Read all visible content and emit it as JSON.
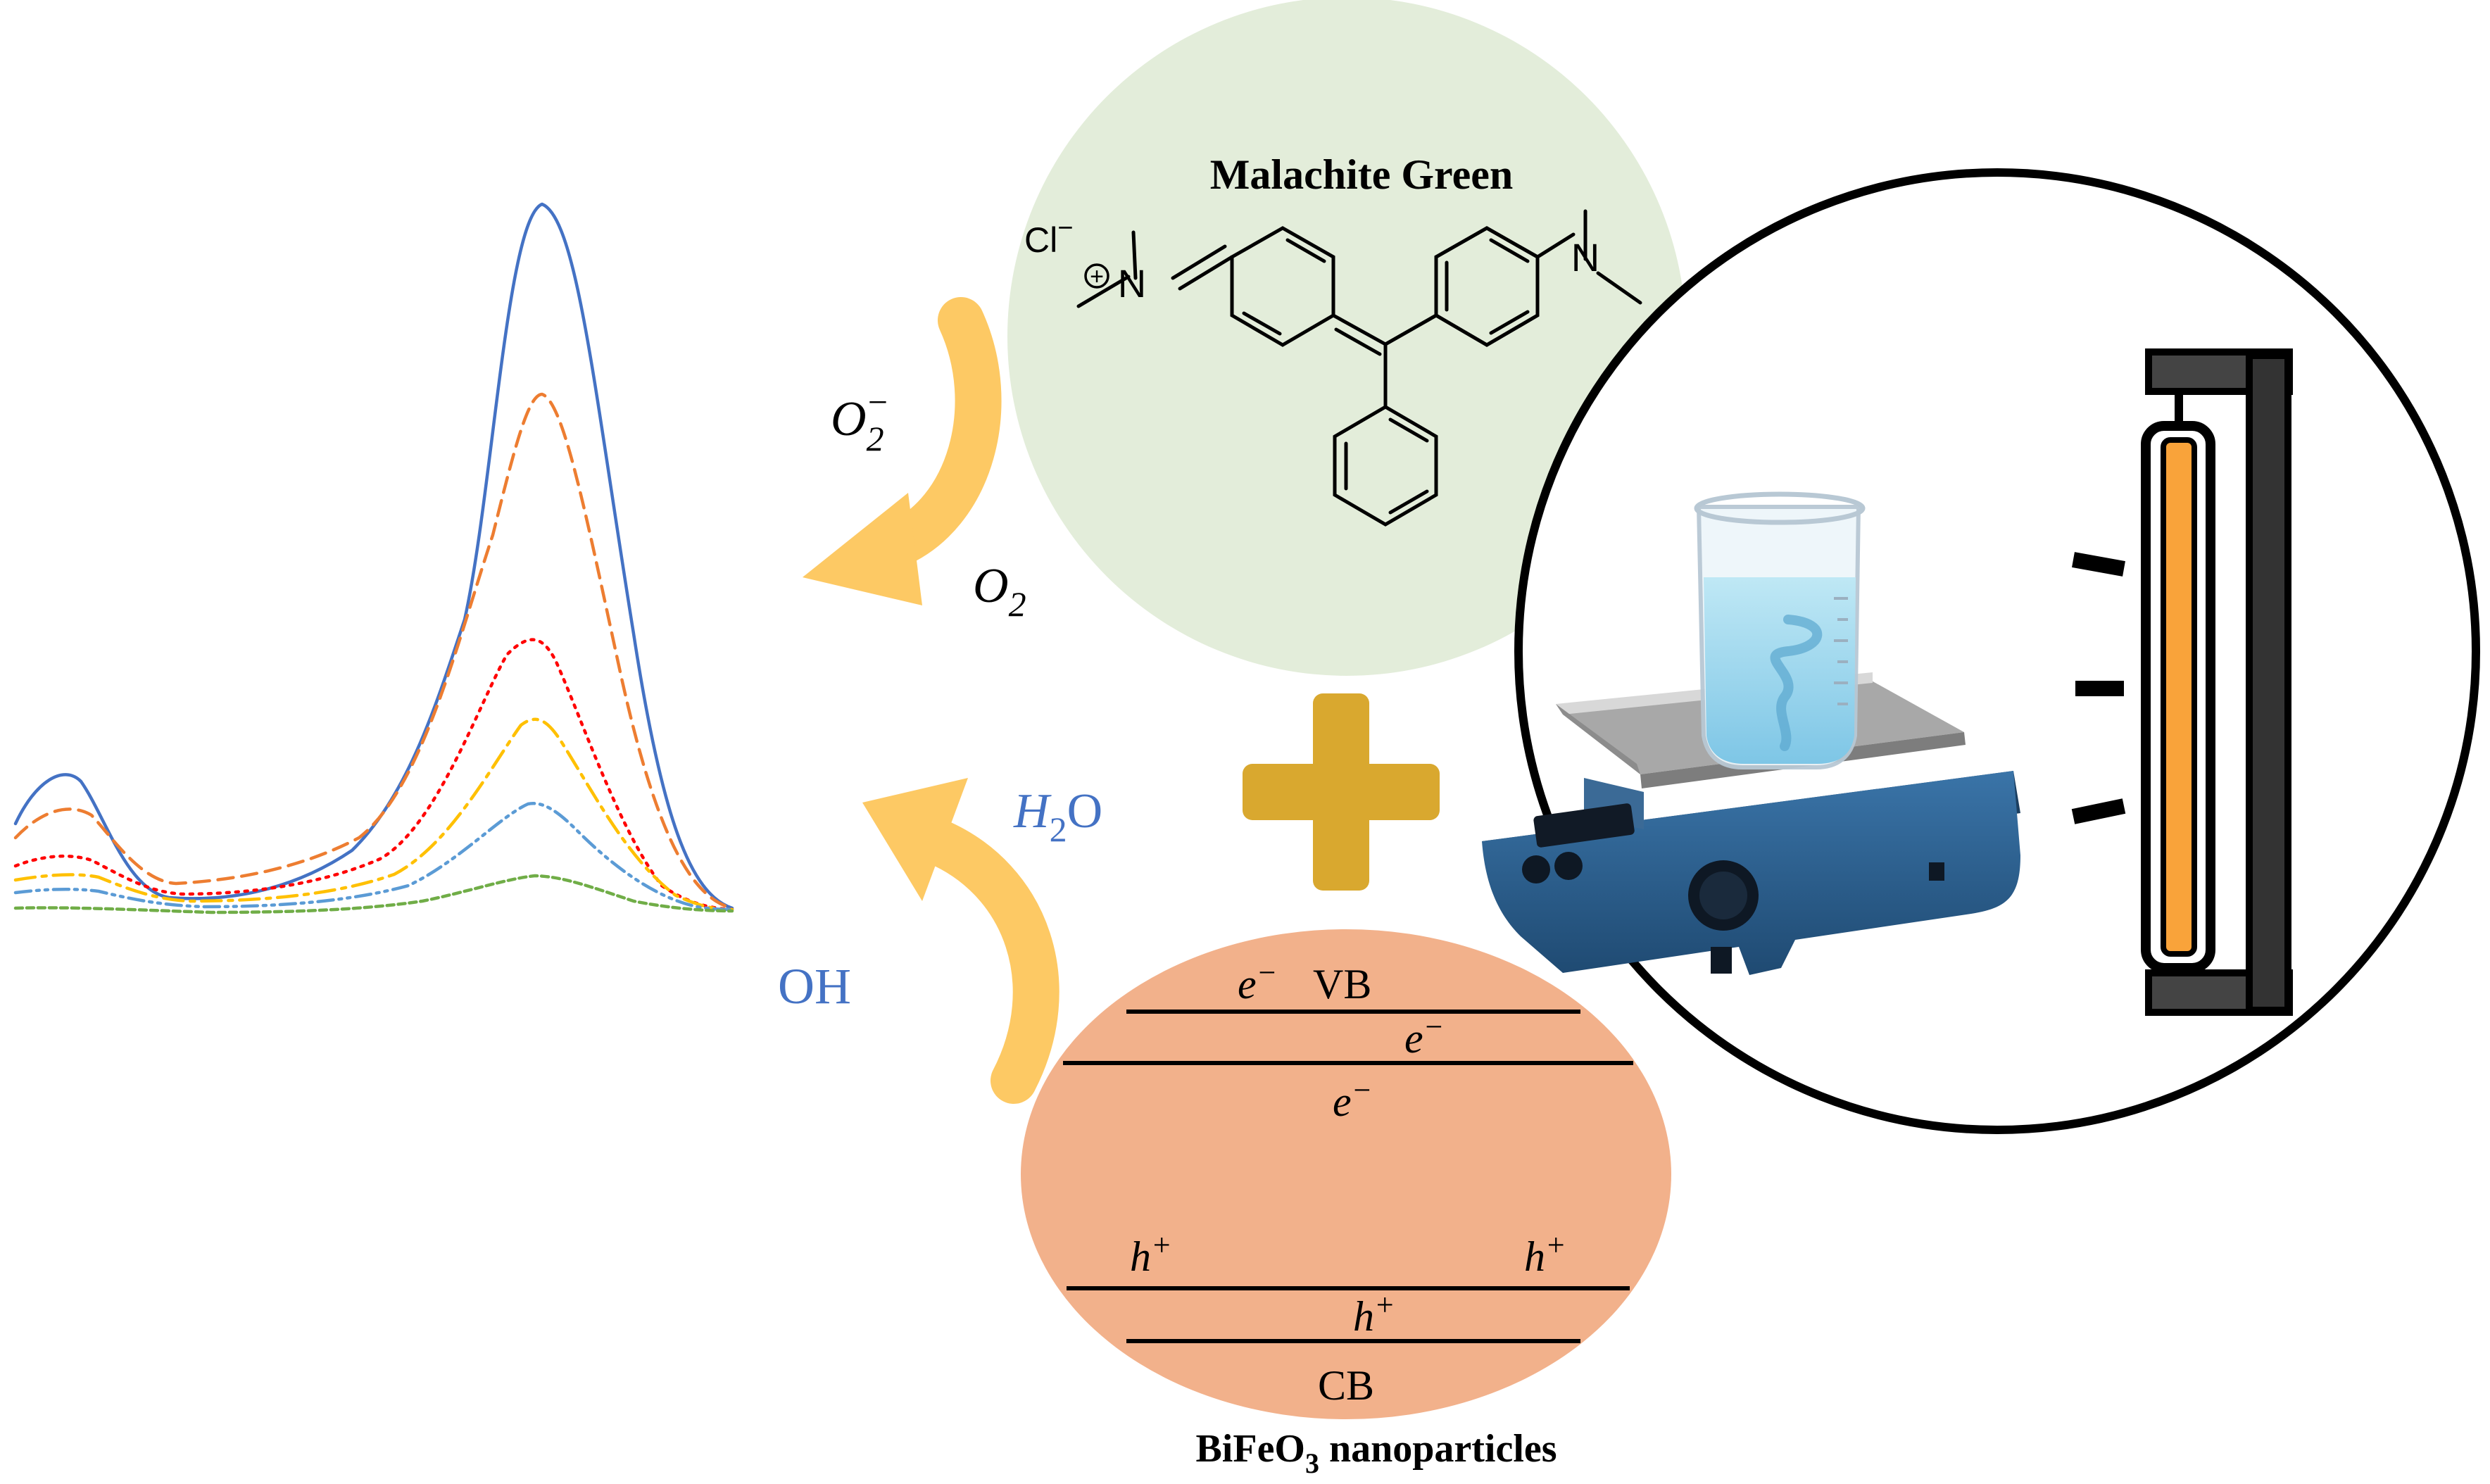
{
  "molecule": {
    "title": "Malachite Green",
    "counter_ion": "Cl",
    "counter_ion_charge": "−",
    "positive_charge": "+",
    "left_nitrogen": "N",
    "right_nitrogen": "N"
  },
  "arrows": {
    "superoxide": {
      "base": "O",
      "sub": "2",
      "sup": "−"
    },
    "oxygen": {
      "base": "O",
      "sub": "2"
    },
    "water": {
      "base": "H",
      "sub": "2",
      "tail": "O"
    },
    "hydroxyl": "OH"
  },
  "plus_sign": "+",
  "bands": {
    "vb_label": "VB",
    "cb_label": "CB",
    "electron": {
      "base": "e",
      "sup": "−"
    },
    "hole": {
      "base": "h",
      "sup": "+"
    }
  },
  "catalyst": {
    "base": "BiFeO",
    "sub": "3",
    "tail": " nanoparticles"
  },
  "icons": {
    "spectra": "absorption-spectra-icon",
    "stirrer": "magnetic-stirrer-icon",
    "beaker": "beaker-icon",
    "lamp": "uv-lamp-icon"
  },
  "colors": {
    "molecule_circle": "#e3edda",
    "catalyst_ellipse": "#f2b18b",
    "arrow": "#fdc964",
    "plus": "#d9a82f",
    "reactive_species_blue": "#4472c4",
    "lamp_tube": "#f9a33a",
    "stirrer_body": "#2e5f8f"
  }
}
